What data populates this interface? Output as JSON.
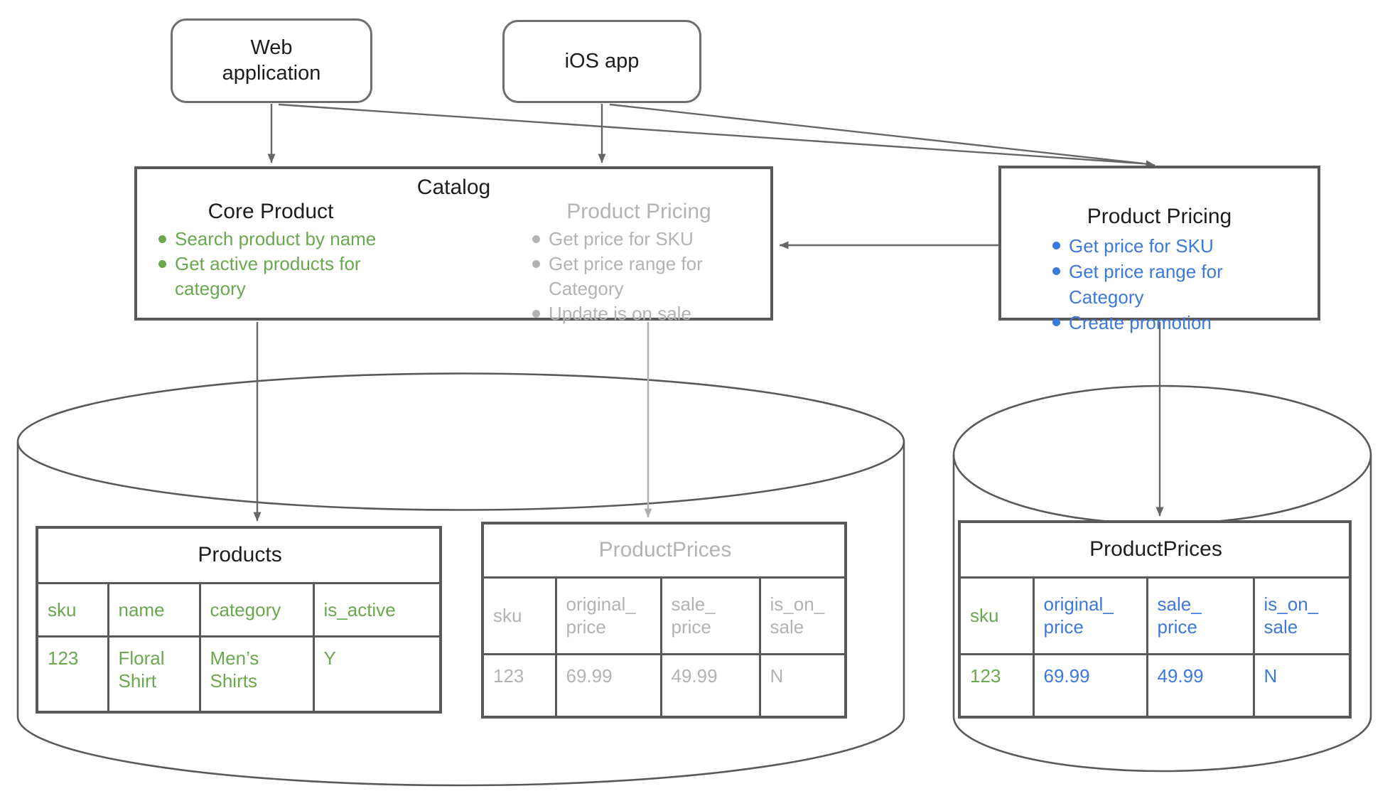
{
  "clients": {
    "web_app": "Web application",
    "ios_app": "iOS app"
  },
  "catalog_service": {
    "title": "Catalog",
    "core_product": {
      "title": "Core Product",
      "bullets": [
        "Search product by name",
        "Get active products for category"
      ]
    },
    "product_pricing_deprecated": {
      "title": "Product Pricing",
      "bullets": [
        "Get price for SKU",
        "Get price range for Category",
        "Update is on sale"
      ]
    }
  },
  "pricing_service": {
    "title": "Product Pricing",
    "bullets": [
      "Get price for SKU",
      "Get price range for Category",
      "Create promotion"
    ]
  },
  "catalog_db": {
    "products_table": {
      "title": "Products",
      "columns": [
        "sku",
        "name",
        "category",
        "is_active"
      ],
      "rows": [
        [
          "123",
          "Floral Shirt",
          "Men’s Shirts",
          "Y"
        ]
      ]
    },
    "product_prices_table": {
      "title": "ProductPrices",
      "columns": [
        "sku",
        "original_\nprice",
        "sale_\nprice",
        "is_on_\nsale"
      ],
      "rows": [
        [
          "123",
          "69.99",
          "49.99",
          "N"
        ]
      ]
    }
  },
  "pricing_db": {
    "product_prices_table": {
      "title": "ProductPrices",
      "columns": [
        "sku",
        "original_\nprice",
        "sale_\nprice",
        "is_on_\nsale"
      ],
      "rows": [
        [
          "123",
          "69.99",
          "49.99",
          "N"
        ]
      ]
    }
  },
  "colors": {
    "green": "#6aa84f",
    "blue": "#3d78dd",
    "gray_text": "#b3b3b3",
    "box_border": "#595959",
    "arrow_dark": "#666666",
    "arrow_light": "#b0b0b0"
  }
}
